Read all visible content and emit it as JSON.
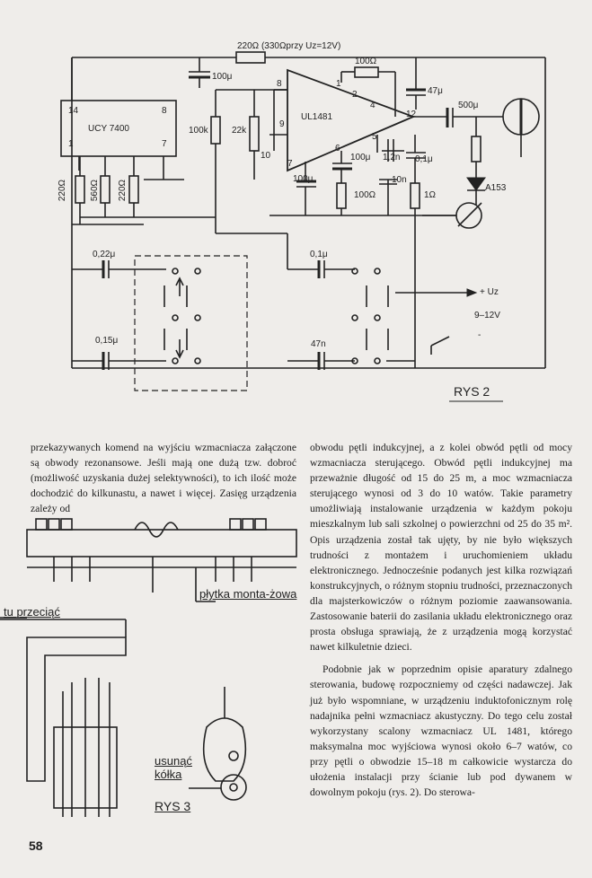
{
  "schematic": {
    "caption": "RYS 2",
    "labels": {
      "top_resistor": "220Ω (330Ωprzy Uz=12V)",
      "c_100u_top": "100μ",
      "r_100_ohm": "100Ω",
      "c_47u": "47μ",
      "c_500u": "500μ",
      "ic_chip": "UCY 7400",
      "ic_amp": "UL1481",
      "r_100k": "100k",
      "r_22k": "22k",
      "c_100u_6": "100μ",
      "c_1n2": "1,2n",
      "c_0_1u": "0,1μ",
      "c_10n": "10n",
      "r_100_b": "100Ω",
      "r_1": "1Ω",
      "c_100u_7": "100μ",
      "diode": "A153",
      "r_220": "220Ω",
      "r_560": "560Ω",
      "r_220b": "220Ω",
      "c_0_22u": "0,22μ",
      "c_0_1u_b": "0,1μ",
      "c_0_15u": "0,15μ",
      "c_47n": "47n",
      "uz_plus": "+ Uz",
      "voltage": "9–12V",
      "minus": "-",
      "pin_1": "1",
      "pin_2": "2",
      "pin_4": "4",
      "pin_5": "5",
      "pin_6": "6",
      "pin_7": "7",
      "pin_8": "8",
      "pin_9": "9",
      "pin_10": "10",
      "pin_12": "12",
      "chip_pin_14": "14",
      "chip_pin_8": "8",
      "chip_pin_1": "1",
      "chip_pin_7": "7"
    }
  },
  "left_text": "przekazywanych komend na wyjściu wzmacniacza załączone są obwody rezonansowe. Jeśli mają one dużą tzw. dobroć (możliwość uzyskania dużej selektywności), to ich ilość może dochodzić do kilkunastu, a nawet i więcej. Zasięg urządzenia zależy od",
  "figure3": {
    "caption": "RYS 3",
    "label_plytka": "płytka monta-żowa",
    "label_przeciac": "tu przeciąć",
    "label_usunac": "usunąć kółka"
  },
  "right_col": {
    "p1": "obwodu pętli indukcyjnej, a z kolei obwód pętli od mocy wzmacniacza sterującego. Obwód pętli indukcyjnej ma przeważnie długość od 15 do 25 m, a moc wzmacniacza sterującego wynosi od 3 do 10 watów. Takie parametry umożliwiają instalowanie urządzenia w każdym pokoju mieszkalnym lub sali szkolnej o powierzchni od 25 do 35 m². Opis urządzenia został tak ujęty, by nie było większych trudności z montażem i uruchomieniem układu elektronicznego. Jednocześnie podanych jest kilka rozwiązań konstrukcyjnych, o różnym stopniu trudności, przeznaczonych dla majsterkowiczów o różnym poziomie zaawansowania. Zastosowanie baterii do zasilania układu elektronicznego oraz prosta obsługa sprawiają, że z urządzenia mogą korzystać nawet kilkuletnie dzieci.",
    "p2": "Podobnie jak w poprzednim opisie aparatury zdalnego sterowania, budowę rozpoczniemy od części nadawczej. Jak już było wspomniane, w urządzeniu induktofonicznym rolę nadajnika pełni wzmacniacz akustyczny. Do tego celu został wykorzystany scalony wzmacniacz UL 1481, którego maksymalna moc wyjściowa wynosi około 6–7 watów, co przy pętli o obwodzie 15–18 m całkowicie wystarcza do ułożenia instalacji przy ścianie lub pod dywanem w dowolnym pokoju (rys. 2). Do sterowa-"
  },
  "page_number": "58"
}
